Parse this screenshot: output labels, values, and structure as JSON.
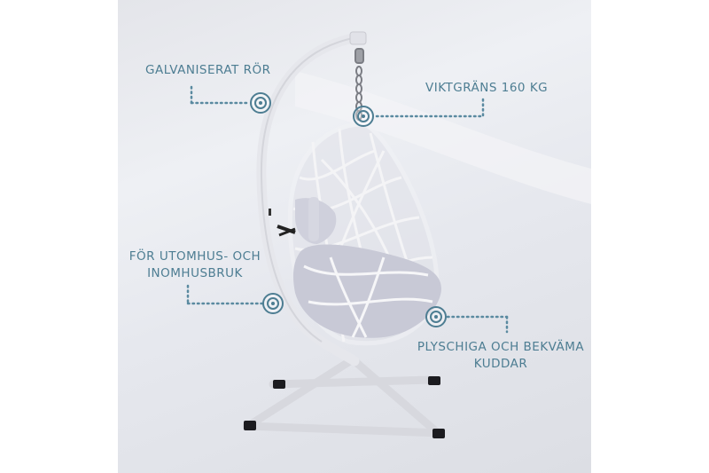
{
  "callouts": {
    "galvaniserat": "GALVANISERAT RÖR",
    "viktgrans": "VIKTGRÄNS 160 KG",
    "utomhus": "FÖR UTOMHUS- OCH INOMHUSBRUK",
    "kuddar": "PLYSCHIGA OCH BEKVÄMA KUDDAR"
  },
  "colors": {
    "accent": "#4d7d92",
    "frame": "#ecedf1",
    "cushion": "#c9cad6",
    "background": "#e8eaef"
  },
  "icons": [
    "target-marker-icon"
  ]
}
